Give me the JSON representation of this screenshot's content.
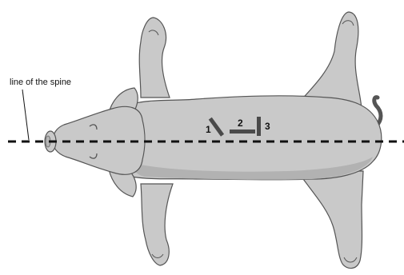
{
  "annotations": {
    "spine_line_label": "line of the spine"
  },
  "incisions": [
    {
      "number": "1",
      "orientation": "oblique"
    },
    {
      "number": "2",
      "orientation": "horizontal"
    },
    {
      "number": "3",
      "orientation": "vertical"
    }
  ],
  "colors": {
    "body_fill": "#c9c9c9",
    "outline": "#555555",
    "shadow": "#a9a9a9",
    "incision": "#4a4a4a",
    "spine_line": "#111111",
    "background": "#ffffff"
  },
  "icons": {
    "pig_illustration": "pig-dorsal-view-icon"
  }
}
